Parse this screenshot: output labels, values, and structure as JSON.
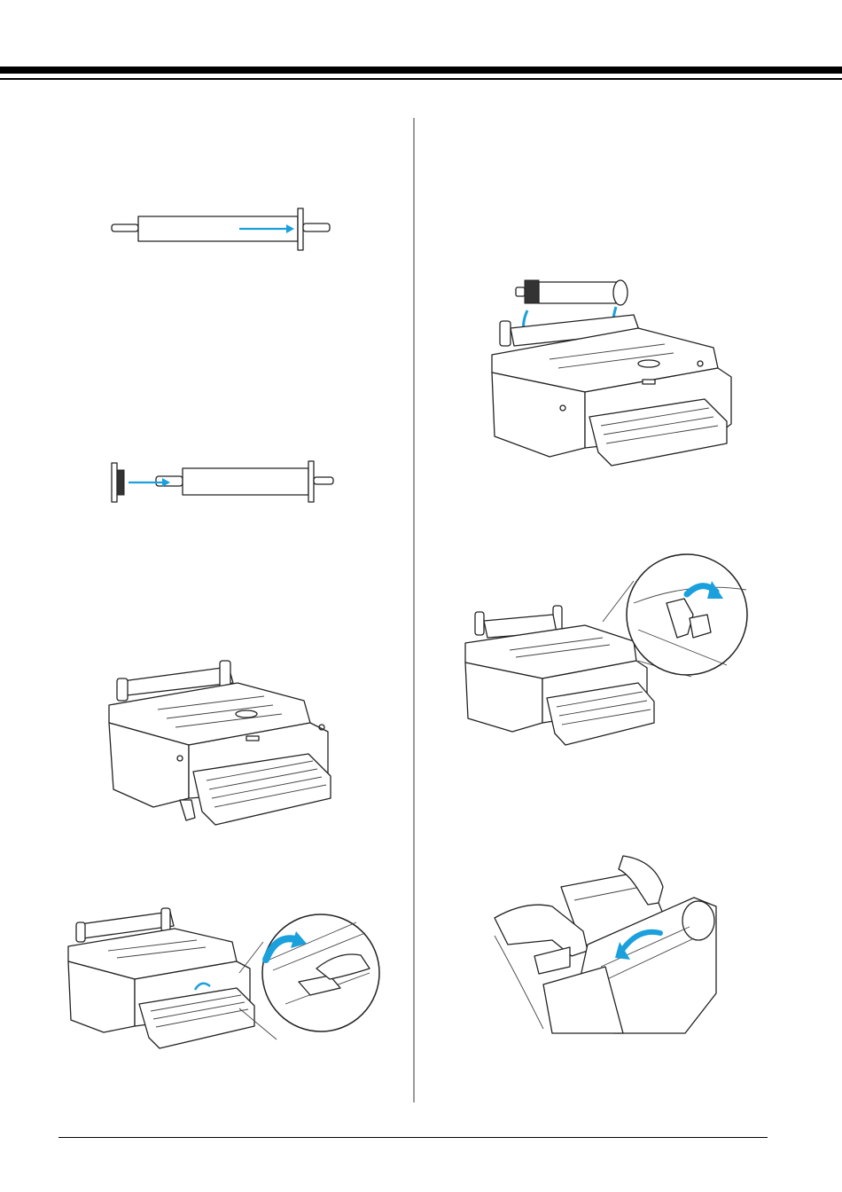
{
  "page": {
    "accent_color": "#1aa0dc",
    "line_color": "#222222"
  },
  "figures": [
    {
      "id": "spindle-slide-flange",
      "icon": "arrow-right-icon"
    },
    {
      "id": "spindle-attach-flange",
      "icon": "arrow-right-icon"
    },
    {
      "id": "printer-front-view",
      "icon": ""
    },
    {
      "id": "printer-paper-guide-detail",
      "icon": "curved-arrow-icon"
    },
    {
      "id": "printer-load-roll",
      "icon": "arrow-down-icon"
    },
    {
      "id": "printer-lever-detail",
      "icon": "curved-arrow-icon"
    },
    {
      "id": "hands-insert-paper",
      "icon": "curved-arrow-icon"
    }
  ]
}
